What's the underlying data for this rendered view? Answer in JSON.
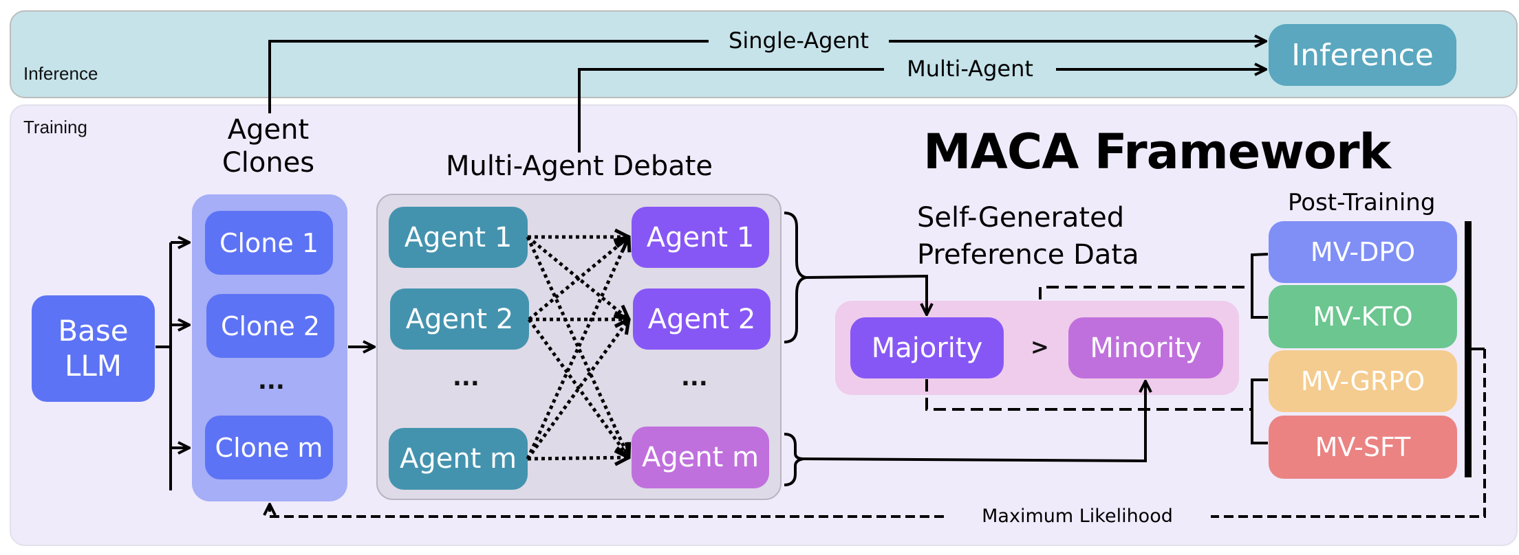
{
  "sections": {
    "inference_label": "Inference",
    "training_label": "Training"
  },
  "title": "MACA Framework",
  "inference": {
    "box_label": "Inference",
    "single_agent_label": "Single-Agent",
    "multi_agent_label": "Multi-Agent"
  },
  "base": {
    "label_line1": "Base",
    "label_line2": "LLM"
  },
  "clones": {
    "header_line1": "Agent",
    "header_line2": "Clones",
    "items": [
      "Clone 1",
      "Clone 2",
      "Clone m"
    ],
    "ellipsis": "..."
  },
  "debate": {
    "header": "Multi-Agent Debate",
    "left_agents": [
      "Agent 1",
      "Agent 2",
      "Agent m"
    ],
    "right_agents": [
      "Agent 1",
      "Agent 2",
      "Agent m"
    ],
    "ellipsis": "..."
  },
  "preference": {
    "header_line1": "Self-Generated",
    "header_line2": "Preference Data",
    "majority": "Majority",
    "comparator": ">",
    "minority": "Minority"
  },
  "post_training": {
    "header": "Post-Training",
    "methods": [
      {
        "label": "MV-DPO",
        "color": "#7f8ff6"
      },
      {
        "label": "MV-KTO",
        "color": "#6bc68f"
      },
      {
        "label": "MV-GRPO",
        "color": "#f5cc8f"
      },
      {
        "label": "MV-SFT",
        "color": "#eb8383"
      }
    ]
  },
  "feedback": {
    "label": "Maximum Likelihood"
  },
  "colors": {
    "inference_panel": "#c6e3ea",
    "training_panel": "#efebfb",
    "base_llm": "#5d73f5",
    "clone": "#5d73f5",
    "clone_panel": "#a5aef6",
    "debate_panel": "#dedae7",
    "agent_left": "#4493ae",
    "agent_right": "#8757f5",
    "agent_right_minority": "#c070dd",
    "preference_panel": "#efcceb",
    "majority": "#8757f5",
    "minority": "#c070dd",
    "inference_box": "#5aa7bf"
  }
}
